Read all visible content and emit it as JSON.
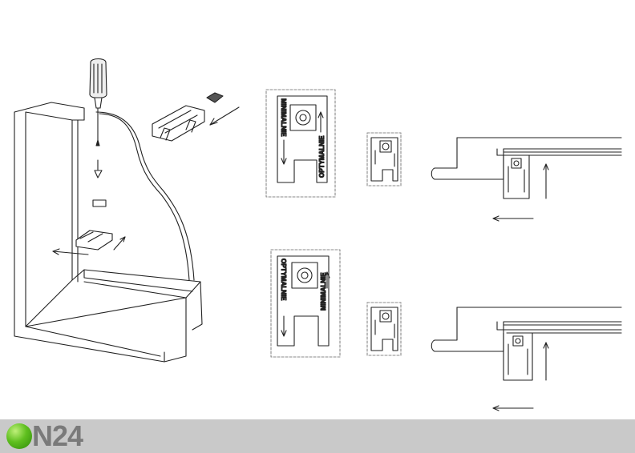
{
  "labels": {
    "top_plate_left": "MINIMALNIE",
    "top_plate_right": "OPTYMALNIE",
    "bottom_plate_left": "OPTYMALNIE",
    "bottom_plate_right": "MINIMALNIE"
  },
  "footer": {
    "logo_text": "N24",
    "logo_icon": "green-ball-icon",
    "background": "#c9c9c9"
  },
  "colors": {
    "line": "#222222",
    "logo_green": "#3fa010",
    "logo_gray": "#7a7a7a"
  }
}
